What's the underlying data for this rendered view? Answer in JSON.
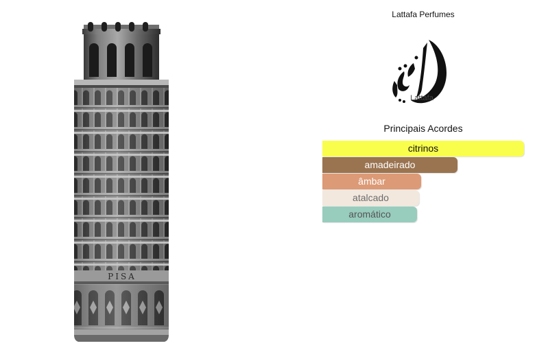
{
  "brand": {
    "name": "Lattafa Perfumes",
    "logo_text": "Lattafa"
  },
  "product": {
    "engraving": "PISA"
  },
  "accords": {
    "title": "Principais Acordes",
    "items": [
      {
        "label": "citrinos",
        "strength": 100,
        "color": "#f9fd4c",
        "text_color": "#111111"
      },
      {
        "label": "amadeirado",
        "strength": 67,
        "color": "#9a7350",
        "text_color": "#ffffff"
      },
      {
        "label": "âmbar",
        "strength": 49,
        "color": "#dc9a76",
        "text_color": "#ffffff"
      },
      {
        "label": "atalcado",
        "strength": 48,
        "color": "#f2e8de",
        "text_color": "#6b6b6b"
      },
      {
        "label": "aromático",
        "strength": 47,
        "color": "#98ccbd",
        "text_color": "#555555"
      }
    ]
  }
}
